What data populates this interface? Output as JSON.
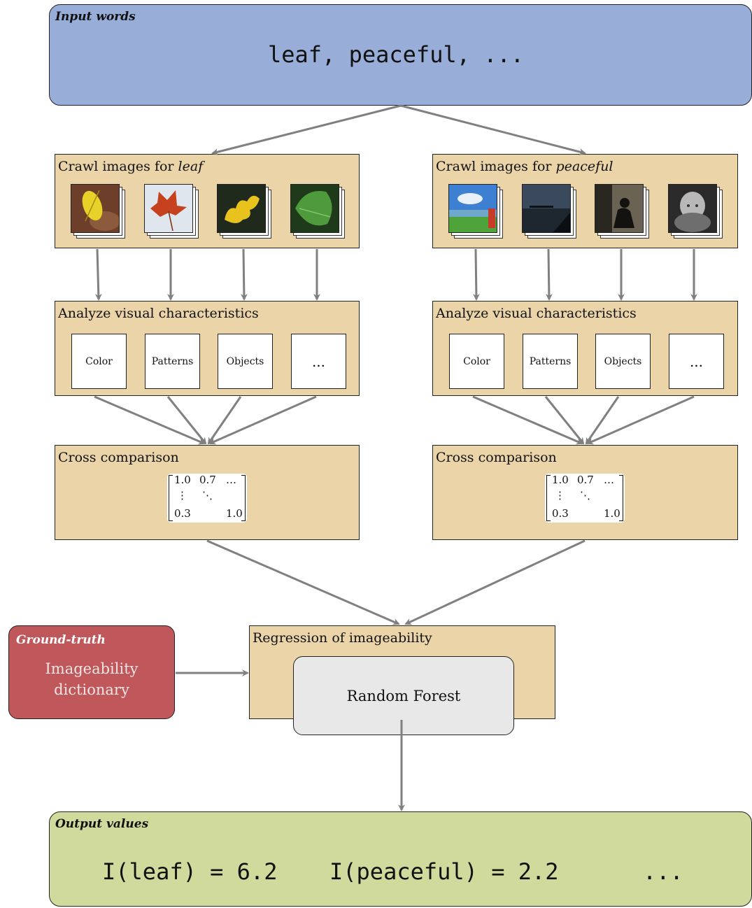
{
  "input": {
    "title": "Input words",
    "words": "leaf, peaceful, ..."
  },
  "columns": [
    {
      "crawl_prefix": "Crawl images for ",
      "crawl_word": "leaf",
      "analyze_title": "Analyze visual characteristics",
      "features": [
        "Color",
        "Patterns",
        "Objects",
        "..."
      ],
      "cross_title": "Cross comparison",
      "matrix": {
        "a11": "1.0",
        "a12": "0.7",
        "dots_row": "…",
        "vdots": "⋮",
        "ddots": "⋱",
        "a31": "0.3",
        "a33": "1.0"
      }
    },
    {
      "crawl_prefix": "Crawl images for ",
      "crawl_word": "peaceful",
      "analyze_title": "Analyze visual characteristics",
      "features": [
        "Color",
        "Patterns",
        "Objects",
        "..."
      ],
      "cross_title": "Cross comparison",
      "matrix": {
        "a11": "1.0",
        "a12": "0.7",
        "dots_row": "…",
        "vdots": "⋮",
        "ddots": "⋱",
        "a31": "0.3",
        "a33": "1.0"
      }
    }
  ],
  "ground_truth": {
    "title": "Ground-truth",
    "line1": "Imageability",
    "line2": "dictionary"
  },
  "regression": {
    "title": "Regression of imageability",
    "model": "Random Forest"
  },
  "output": {
    "title": "Output values",
    "value1": "I(leaf) = 6.2",
    "value2": "I(peaceful) = 2.2",
    "more": "..."
  },
  "colors": {
    "input": "#98add8",
    "stage": "#ead4a8",
    "ground_truth": "#c0575a",
    "output": "#cfda9c",
    "model": "#e8e8e8",
    "arrow": "#808080"
  }
}
